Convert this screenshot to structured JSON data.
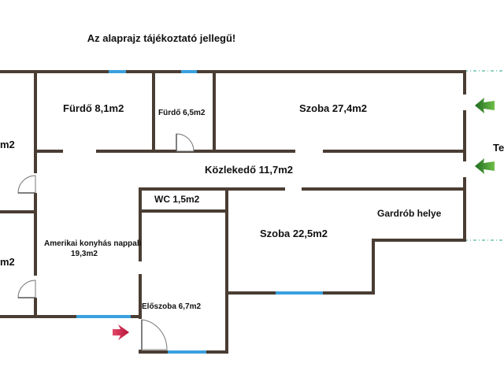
{
  "notice": "Az alaprajz tájékoztató jellegű!",
  "rooms": {
    "furdo1": "Fürdő 8,1m2",
    "furdo2": "Fürdő 6,5m2",
    "szoba1": "Szoba 27,4m2",
    "kozlekedo": "Közlekedő 11,7m2",
    "wc": "WC 1,5m2",
    "szoba2": "Szoba 22,5m2",
    "gardrob": "Gardrób helye",
    "konyha_line1": "Amerikai konyhás nappali",
    "konyha_line2": "19,3m2",
    "eloszoba": "Előszoba 6,7m2",
    "left_upper_partial": "m2",
    "left_lower_partial": "m2",
    "terrace_partial": "Te"
  },
  "colors": {
    "wall": "#4a3d33",
    "window": "#3aa0de",
    "entrance_arrow": "#d42a4a",
    "terrace_arrow": "#3a8a2a",
    "terrace_line": "#2aa58a"
  },
  "icons": [
    "entrance-arrow-icon",
    "terrace-arrow-icon"
  ]
}
